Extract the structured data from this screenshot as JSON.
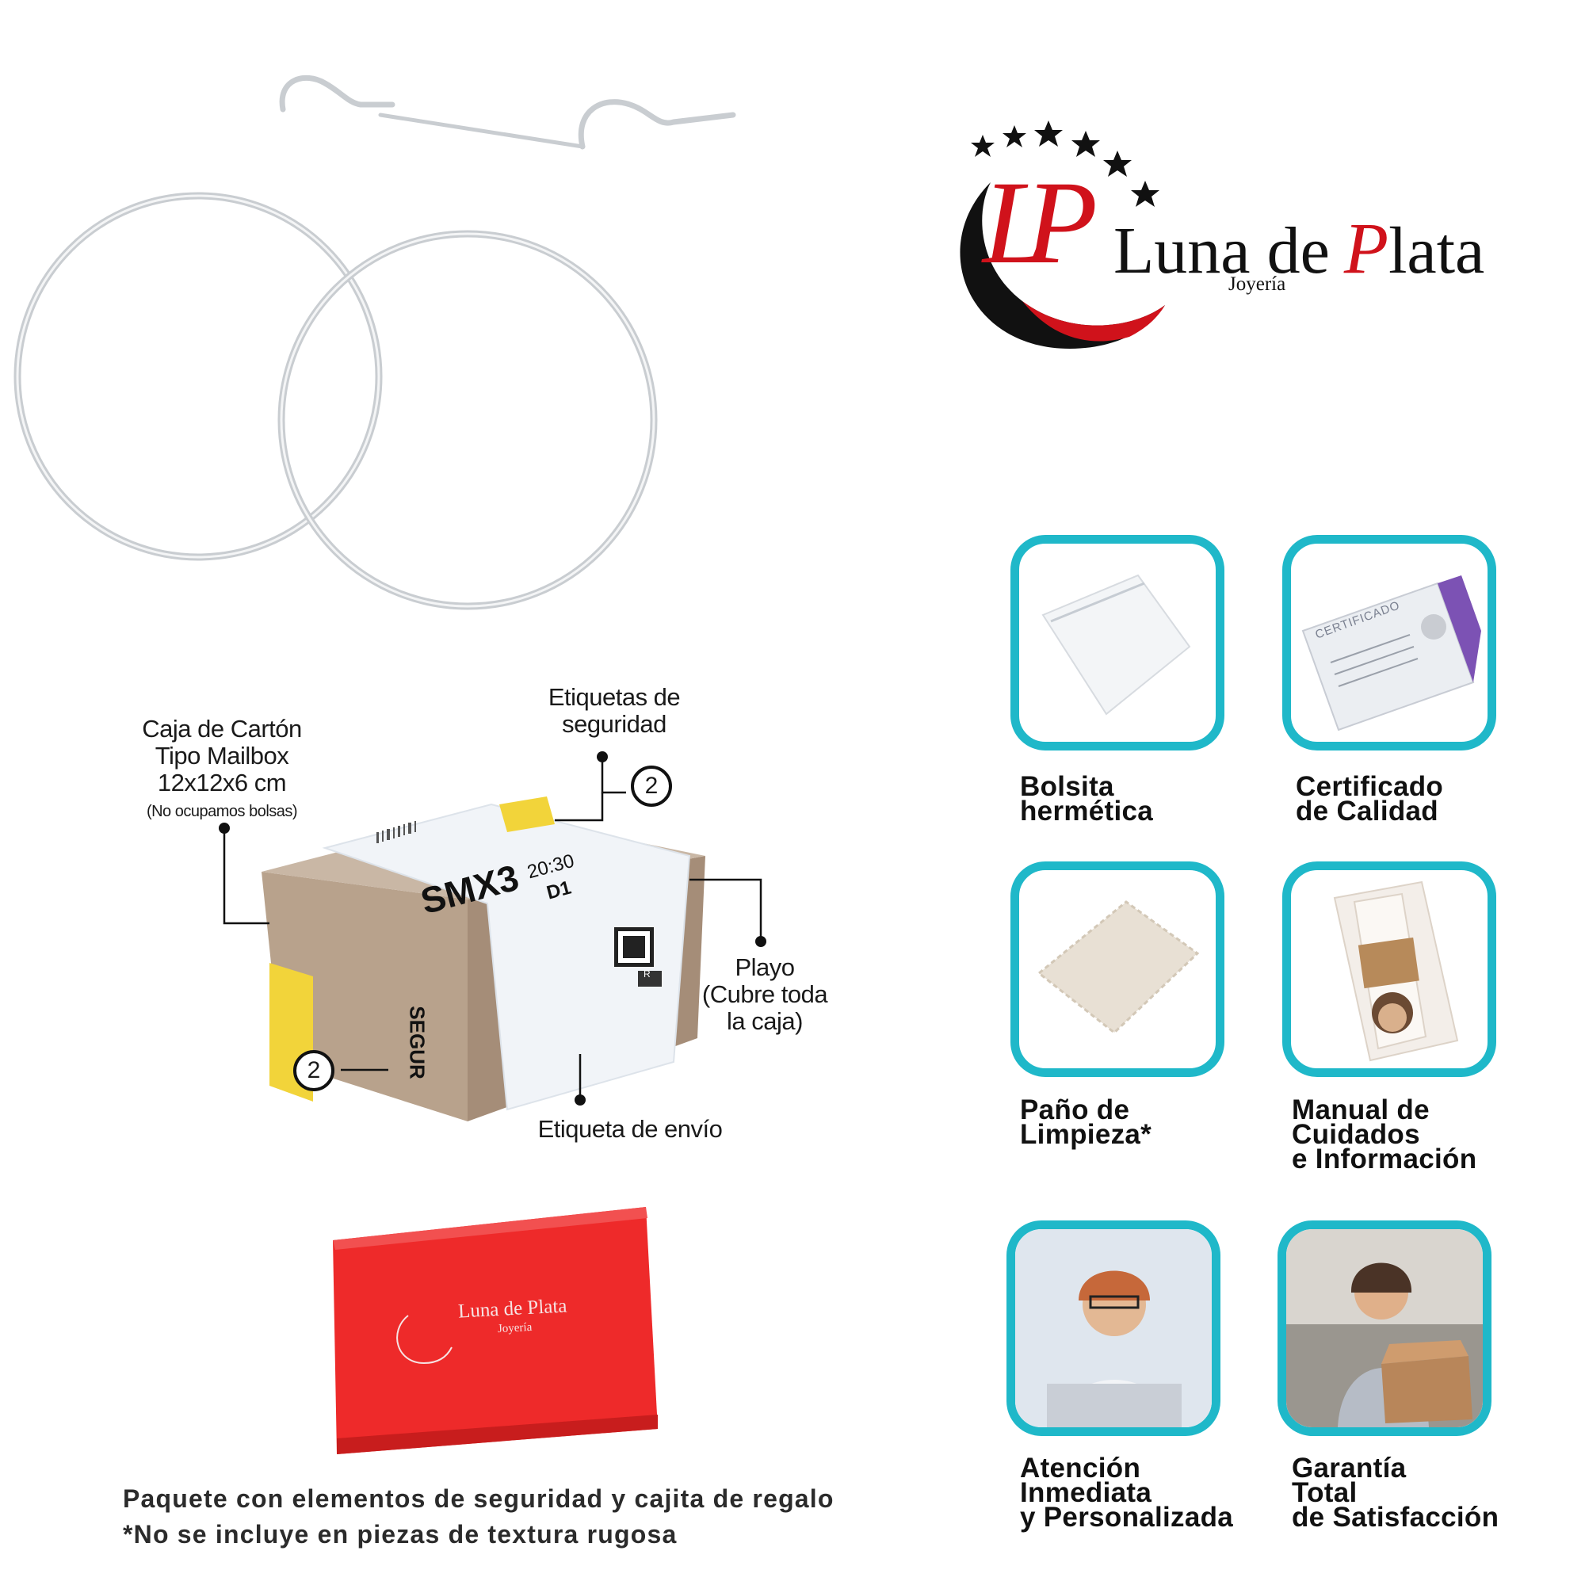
{
  "brand": {
    "name_part1": "Luna de",
    "name_part2": "lata",
    "name_initial": "P",
    "subtitle": "Joyería",
    "logo_monogram": "LP",
    "colors": {
      "red": "#d0121b",
      "black": "#111111",
      "teal": "#1fb8c9",
      "gift_box": "#ee2a2a"
    }
  },
  "package_callouts": {
    "box_label": [
      "Caja de Cartón",
      "Tipo Mailbox",
      "12x12x6 cm"
    ],
    "box_note": "(No ocupamos bolsas)",
    "security_labels": [
      "Etiquetas de",
      "seguridad"
    ],
    "security_count_top": "2",
    "security_count_bottom": "2",
    "wrap_label": [
      "Playo",
      "(Cubre toda",
      "la caja)"
    ],
    "shipping_label": "Etiqueta de envío"
  },
  "shipping_tag": {
    "code": "SMX3",
    "time": "20:30",
    "route": "D1",
    "warning": "SEGUR",
    "qr_tag": "R"
  },
  "features": [
    {
      "lines": [
        "Bolsita",
        "hermética"
      ],
      "icon": "zip-bag"
    },
    {
      "lines": [
        "Certificado",
        "de Calidad"
      ],
      "icon": "certificate"
    },
    {
      "lines": [
        "Paño de",
        "Limpieza*"
      ],
      "icon": "cleaning-cloth"
    },
    {
      "lines": [
        "Manual de",
        "Cuidados",
        "e Información"
      ],
      "icon": "care-manual"
    },
    {
      "lines": [
        "Atención",
        "Inmediata",
        "y Personalizada"
      ],
      "icon": "support-agent"
    },
    {
      "lines": [
        "Garantía",
        "Total",
        "de Satisfacción"
      ],
      "icon": "happy-customer"
    }
  ],
  "certificate_card": {
    "title": "CERTIFICADO"
  },
  "gift_box": {
    "brand_line": "Luna de Plata",
    "subtitle": "Joyería"
  },
  "footer": {
    "line1": "Paquete con elementos de seguridad y cajita de regalo",
    "line2": "*No se incluye en piezas de textura rugosa"
  }
}
